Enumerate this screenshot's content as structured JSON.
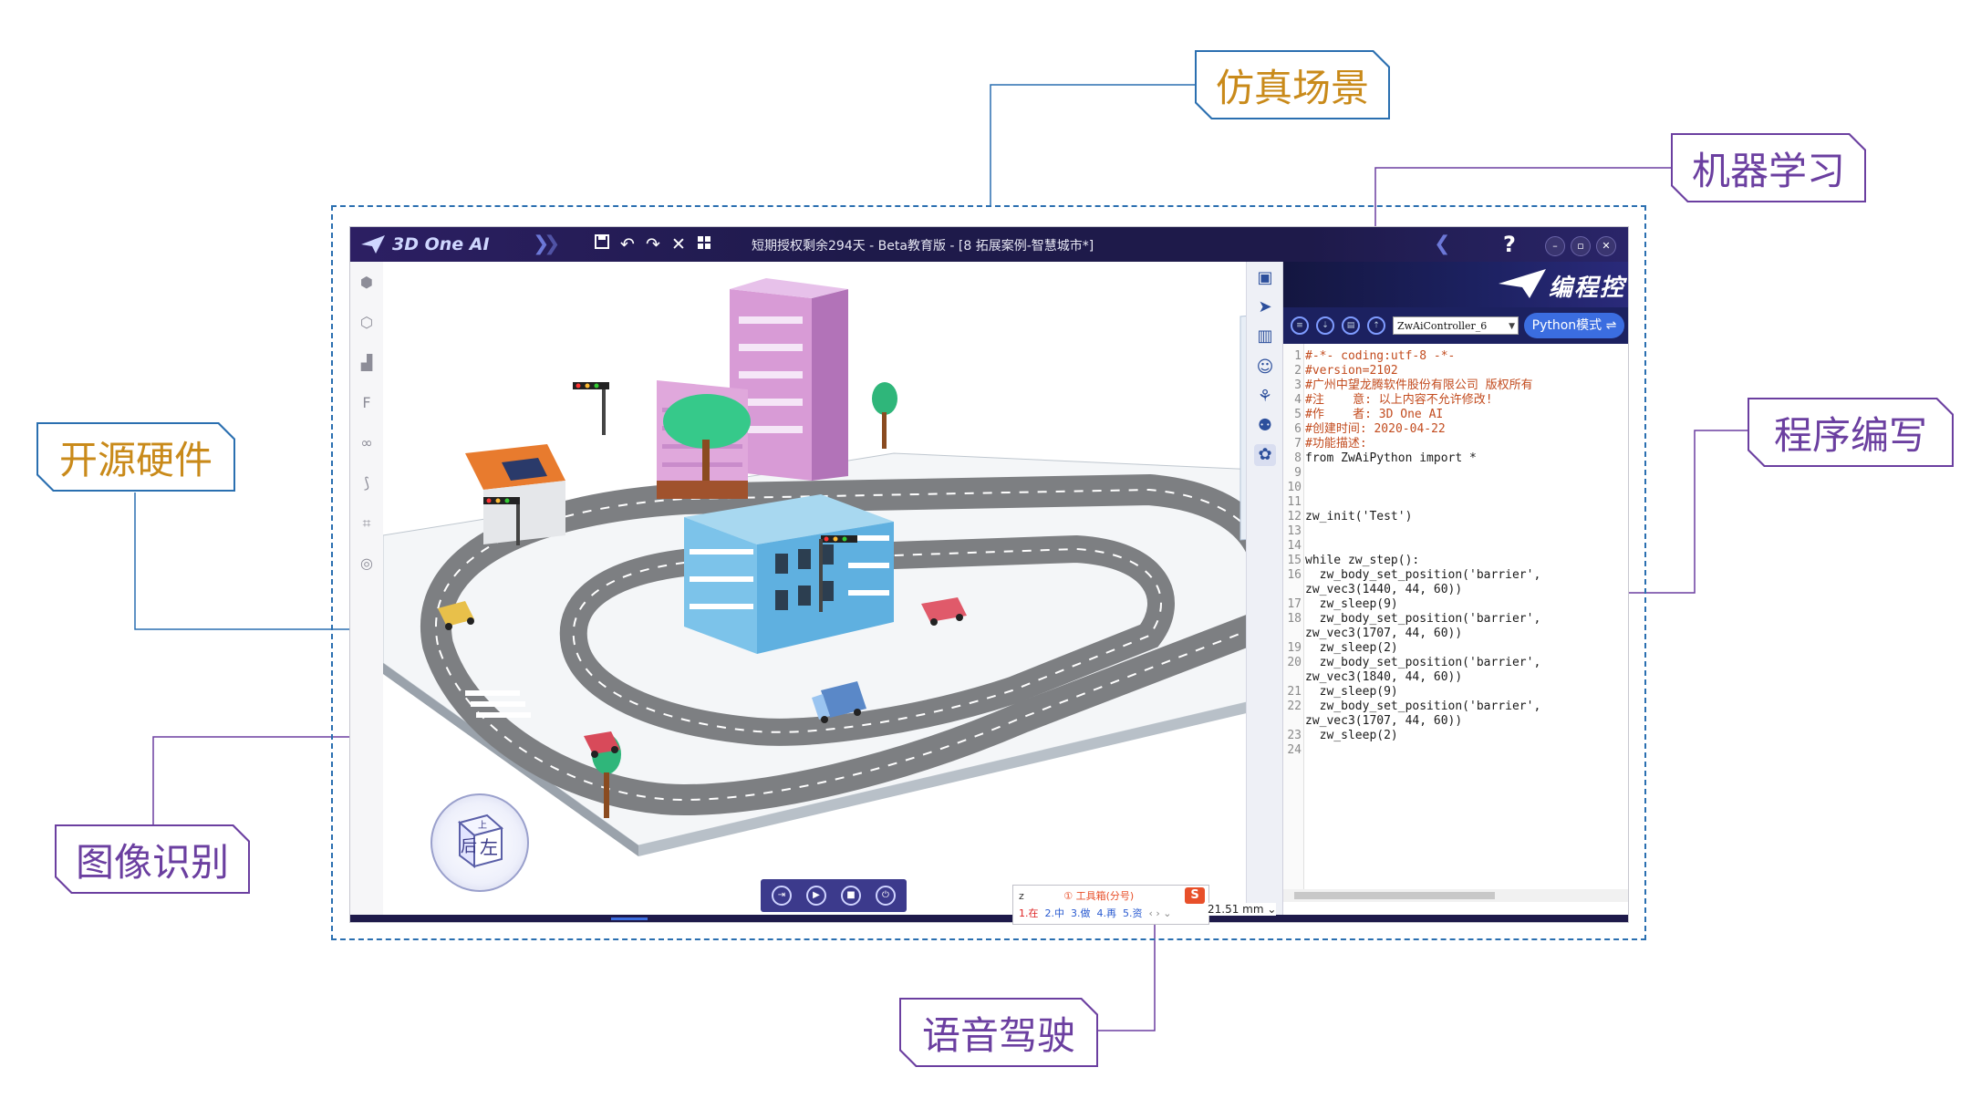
{
  "callouts": {
    "simulation_scene": "仿真场景",
    "machine_learning": "机器学习",
    "open_hardware": "开源硬件",
    "programming": "程序编写",
    "image_recognition": "图像识别",
    "voice_driving": "语音驾驶"
  },
  "app": {
    "brand": "3D One AI",
    "window_title": "短期授权剩余294天 - Beta教育版 - [8 拓展案例-智慧城市*]",
    "help_label": "?",
    "toolbar_icons": [
      "save-icon",
      "undo-icon",
      "redo-icon",
      "close-icon",
      "grid-icon"
    ],
    "window_buttons": [
      "minimize-icon",
      "restore-icon",
      "close-icon"
    ]
  },
  "code_panel": {
    "header_title": "编程控",
    "controller_select": "ZwAiController_6",
    "mode_button": "Python模式 ⇌",
    "lines": [
      {
        "n": "1",
        "parts": [
          {
            "t": "#-*- coding:utf-8 -*-",
            "c": "cm"
          }
        ]
      },
      {
        "n": "2",
        "parts": [
          {
            "t": "#version=2102",
            "c": "cm"
          }
        ]
      },
      {
        "n": "3",
        "parts": [
          {
            "t": "#广州中望龙腾软件股份有限公司 版权所有",
            "c": "cm"
          }
        ]
      },
      {
        "n": "4",
        "parts": [
          {
            "t": "#注    意: 以上内容不允许修改!",
            "c": "cm"
          }
        ]
      },
      {
        "n": "5",
        "parts": [
          {
            "t": "#作    者: 3D One AI",
            "c": "cm"
          }
        ]
      },
      {
        "n": "6",
        "parts": [
          {
            "t": "#创建时间: 2020-04-22",
            "c": "cm"
          }
        ]
      },
      {
        "n": "7",
        "parts": [
          {
            "t": "#功能描述:",
            "c": "cm"
          }
        ]
      },
      {
        "n": "8",
        "parts": [
          {
            "t": "from",
            "c": "kw"
          },
          {
            "t": " ZwAiPython ",
            "c": ""
          },
          {
            "t": "import",
            "c": "kw"
          },
          {
            "t": " *",
            "c": ""
          }
        ]
      },
      {
        "n": "9",
        "parts": []
      },
      {
        "n": "10",
        "parts": []
      },
      {
        "n": "11",
        "parts": []
      },
      {
        "n": "12",
        "parts": [
          {
            "t": "zw_init(",
            "c": ""
          },
          {
            "t": "'Test'",
            "c": "st"
          },
          {
            "t": ")",
            "c": ""
          }
        ]
      },
      {
        "n": "13",
        "parts": []
      },
      {
        "n": "14",
        "parts": []
      },
      {
        "n": "15",
        "parts": [
          {
            "t": "while",
            "c": "kw"
          },
          {
            "t": " zw_step():",
            "c": ""
          }
        ]
      },
      {
        "n": "16",
        "parts": [
          {
            "t": "  zw_body_set_position(",
            "c": ""
          },
          {
            "t": "'barrier'",
            "c": "st"
          },
          {
            "t": ",",
            "c": ""
          }
        ]
      },
      {
        "n": "",
        "parts": [
          {
            "t": "zw_vec3(1440, 44, 60))",
            "c": ""
          }
        ]
      },
      {
        "n": "17",
        "parts": [
          {
            "t": "  zw_sleep(9)",
            "c": ""
          }
        ]
      },
      {
        "n": "18",
        "parts": [
          {
            "t": "  zw_body_set_position(",
            "c": ""
          },
          {
            "t": "'barrier'",
            "c": "st"
          },
          {
            "t": ",",
            "c": ""
          }
        ]
      },
      {
        "n": "",
        "parts": [
          {
            "t": "zw_vec3(1707, 44, 60))",
            "c": ""
          }
        ]
      },
      {
        "n": "19",
        "parts": [
          {
            "t": "  zw_sleep(2)",
            "c": ""
          }
        ]
      },
      {
        "n": "20",
        "parts": [
          {
            "t": "  zw_body_set_position(",
            "c": ""
          },
          {
            "t": "'barrier'",
            "c": "st"
          },
          {
            "t": ",",
            "c": ""
          }
        ]
      },
      {
        "n": "",
        "parts": [
          {
            "t": "zw_vec3(1840, 44, 60))",
            "c": ""
          }
        ]
      },
      {
        "n": "21",
        "parts": [
          {
            "t": "  zw_sleep(9)",
            "c": ""
          }
        ]
      },
      {
        "n": "22",
        "parts": [
          {
            "t": "  zw_body_set_position(",
            "c": ""
          },
          {
            "t": "'barrier'",
            "c": "st"
          },
          {
            "t": ",",
            "c": ""
          }
        ]
      },
      {
        "n": "",
        "parts": [
          {
            "t": "zw_vec3(1707, 44, 60))",
            "c": ""
          }
        ]
      },
      {
        "n": "23",
        "parts": [
          {
            "t": "  zw_sleep(2)",
            "c": ""
          }
        ]
      },
      {
        "n": "24",
        "parts": []
      }
    ]
  },
  "ime": {
    "input": "z",
    "toolbar_hint": "① 工具箱(分号)",
    "candidates": [
      "1.在",
      "2.中",
      "3.做",
      "4.再",
      "5.资"
    ],
    "nav": "‹ › ⌄"
  },
  "zoom_readout": "21.51 mm ⌄",
  "viewcube": {
    "top": "上",
    "back": "后",
    "left": "左"
  },
  "colors": {
    "callout_blue_border": "#2a6fb0",
    "callout_purple_border": "#6b3fa0",
    "callout_gold_text": "#c98a1a",
    "titlebar": "#1e1a4a",
    "python_mode": "#3b6de0"
  }
}
